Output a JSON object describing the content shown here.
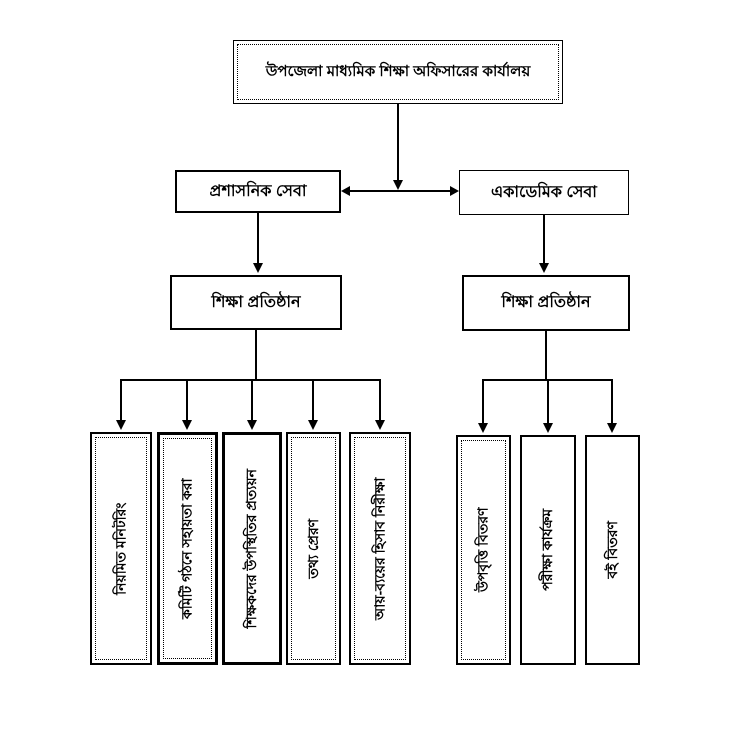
{
  "chart": {
    "root": {
      "label": "উপজেলা মাধ্যমিক শিক্ষা অফিসারের কার্যালয়"
    },
    "left": {
      "service": "প্রশাসনিক সেবা",
      "institution": "শিক্ষা প্রতিষ্ঠান",
      "leaves": [
        "নিয়মিত মনিটরিং",
        "কমিটি গঠনে সহায়তা করা",
        "শিক্ষকদের উপস্থিতির প্রত্যয়ন",
        "তথ্য প্রেরণ",
        "আয়-ব্যয়ের হিসাব নিরীক্ষা"
      ]
    },
    "right": {
      "service": "একাডেমিক সেবা",
      "institution": "শিক্ষা প্রতিষ্ঠান",
      "leaves": [
        "উপবৃত্তি বিতরণ",
        "পরীক্ষা কার্যক্রম",
        "বই বিতরণ"
      ]
    },
    "colors": {
      "line": "#000000",
      "background": "#ffffff",
      "border": "#000000"
    }
  }
}
